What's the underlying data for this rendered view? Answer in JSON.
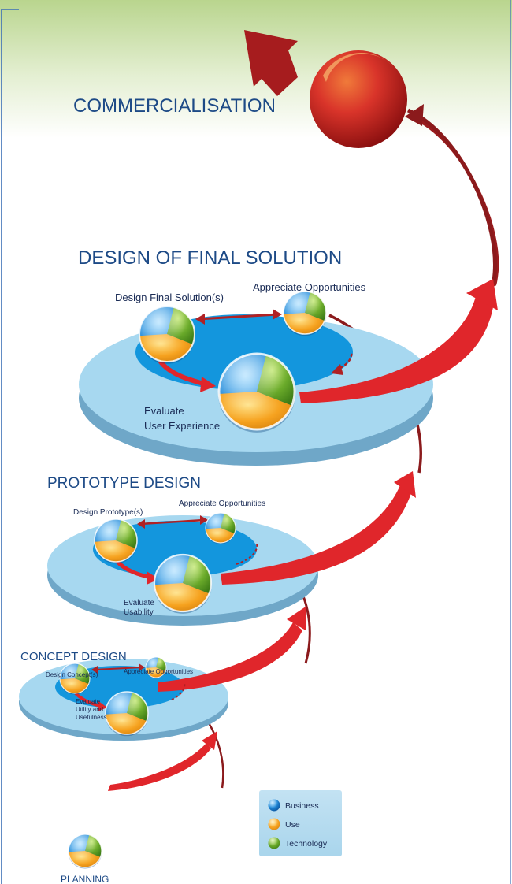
{
  "colors": {
    "business": "#1e88d8",
    "use": "#f6a21f",
    "technology": "#6aaa2a",
    "heading": "#1d4a86",
    "arrow_red": "#e0262b",
    "arrow_dark": "#8b1a1c",
    "platform_light": "#a7d8f0",
    "platform_core": "#1396dd",
    "frame_blue": "#3b6fb6"
  },
  "stages": {
    "commercialisation": {
      "heading": "COMMERCIALISATION"
    },
    "final": {
      "heading": "DESIGN OF FINAL SOLUTION",
      "design_label": "Design Final Solution(s)",
      "appreciate_label": "Appreciate Opportunities",
      "evaluate_label_lines": [
        "Evaluate",
        "User Experience"
      ]
    },
    "prototype": {
      "heading": "PROTOTYPE DESIGN",
      "design_label": "Design Prototype(s)",
      "appreciate_label": "Appreciate Opportunities",
      "evaluate_label_lines": [
        "Evaluate",
        "Usability"
      ]
    },
    "concept": {
      "heading": "CONCEPT DESIGN",
      "design_label": "Design Concept(s)",
      "appreciate_label": "Appreciate Opportunities",
      "evaluate_label_lines": [
        "Evaluate",
        "Utility and",
        "Usefulness"
      ]
    },
    "planning": {
      "heading": "PLANNING"
    }
  },
  "legend": {
    "items": [
      {
        "key": "business",
        "label": "Business",
        "icon": "blue-ball-icon"
      },
      {
        "key": "use",
        "label": "Use",
        "icon": "orange-ball-icon"
      },
      {
        "key": "technology",
        "label": "Technology",
        "icon": "green-ball-icon"
      }
    ]
  }
}
